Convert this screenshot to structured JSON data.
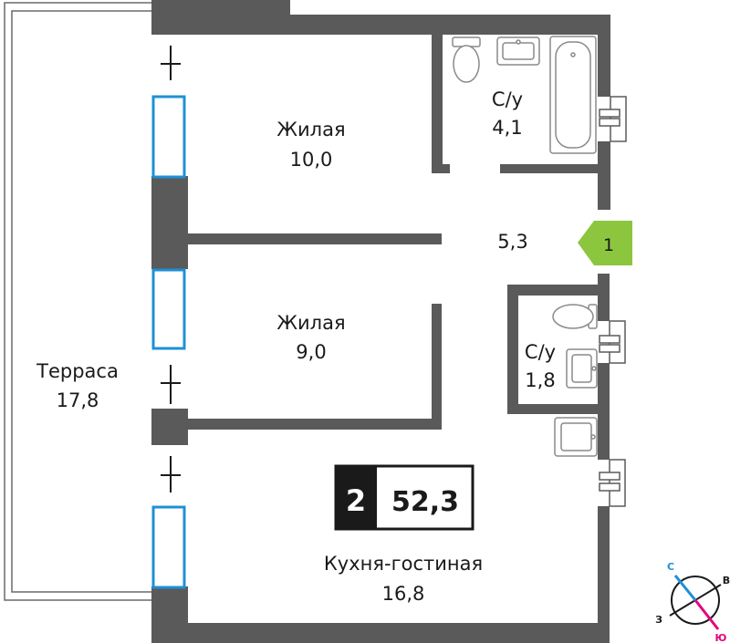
{
  "rooms": {
    "living_1": {
      "name": "Жилая",
      "area": "10,0"
    },
    "bath_1": {
      "name": "С/у",
      "area": "4,1"
    },
    "hall": {
      "area": "5,3"
    },
    "living_2": {
      "name": "Жилая",
      "area": "9,0"
    },
    "bath_2": {
      "name": "С/у",
      "area": "1,8"
    },
    "terrace": {
      "name": "Терраса",
      "area": "17,8"
    },
    "kitchen": {
      "name": "Кухня-гостиная",
      "area": "16,8"
    }
  },
  "badge": {
    "rooms_count": "2",
    "total_area": "52,3"
  },
  "entrance": {
    "label": "1",
    "color": "#8cc63f"
  },
  "compass": {
    "north": "С",
    "east": "В",
    "west": "З",
    "south": "Ю",
    "north_color": "#1e90d6",
    "south_color": "#e6007e"
  },
  "colors": {
    "wall": "#5a5a5a",
    "window": "#1e90d6",
    "text": "#1a1a1a"
  }
}
